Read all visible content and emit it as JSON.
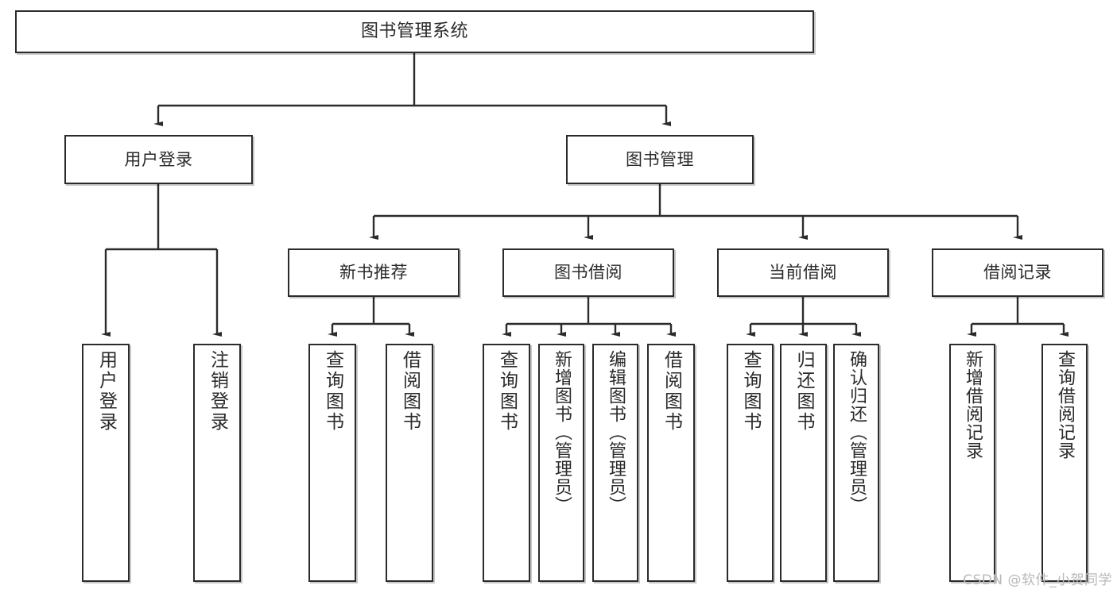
{
  "diagram": {
    "type": "tree",
    "title": "图书管理系统",
    "orientation": "top-down",
    "colors": {
      "box_border": "#2b2b2b",
      "box_fill": "#ffffff",
      "edge": "#2b2b2b",
      "text": "#2b2b2b",
      "watermark": "#b9b9b9",
      "background": "#ffffff"
    }
  },
  "nodes": {
    "root": {
      "label": "图书管理系统"
    },
    "level2": [
      {
        "label": "用户登录"
      },
      {
        "label": "图书管理"
      }
    ],
    "level3": [
      {
        "label": "新书推荐"
      },
      {
        "label": "图书借阅"
      },
      {
        "label": "当前借阅"
      },
      {
        "label": "借阅记录"
      }
    ],
    "leaves": {
      "user_login": [
        {
          "label": "用户登录"
        },
        {
          "label": "注销登录"
        }
      ],
      "new_book_recommend": [
        {
          "label": "查询图书"
        },
        {
          "label": "借阅图书"
        }
      ],
      "book_borrow": [
        {
          "label": "查询图书"
        },
        {
          "label": "新增图书（管理员）"
        },
        {
          "label": "编辑图书（管理员）"
        },
        {
          "label": "借阅图书"
        }
      ],
      "current_borrow": [
        {
          "label": "查询图书"
        },
        {
          "label": "归还图书"
        },
        {
          "label": "确认归还（管理员）"
        }
      ],
      "borrow_record": [
        {
          "label": "新增借阅记录"
        },
        {
          "label": "查询借阅记录"
        }
      ]
    }
  },
  "watermark": {
    "text": "CSDN @软件_小贺同学"
  }
}
